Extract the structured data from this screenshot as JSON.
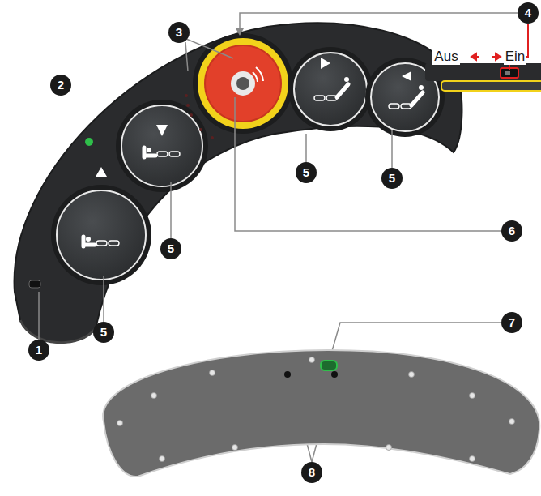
{
  "diagram": {
    "labels": [
      "3",
      "4",
      "Aus",
      "Ein",
      "2",
      "5",
      "5",
      "6",
      "5",
      "1",
      "5",
      "7",
      "8"
    ]
  }
}
